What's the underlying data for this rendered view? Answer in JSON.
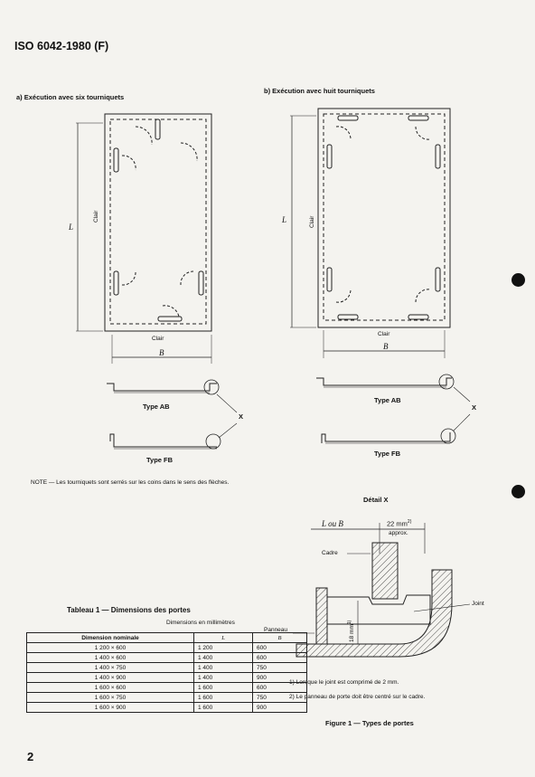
{
  "header": {
    "title": "ISO 6042-1980 (F)"
  },
  "section_a": {
    "title": "a)  Exécution avec six tourniquets"
  },
  "section_b": {
    "title": "b)  Exécution avec huit tourniquets"
  },
  "dim_labels": {
    "L": "L",
    "B": "B",
    "clair": "Clair"
  },
  "types": {
    "ab": "Type AB",
    "fb": "Type FB"
  },
  "detail_marker": "X",
  "note": "NOTE — Les tourniquets sont serrés sur les coins dans le sens des flèches.",
  "detail": {
    "title": "Détail X",
    "l_ou_b": "L ou B",
    "dim_22": "22 mm",
    "dim_22_sup": "2)",
    "approx": "approx.",
    "cadre": "Cadre",
    "joint": "Joint",
    "panneau": "Panneau",
    "dim_18": "18 mm",
    "dim_18_sup": "1)"
  },
  "footnotes": [
    "1)   Lorsque le joint est comprimé de 2 mm.",
    "2)   Le panneau de porte doit être centré sur le cadre."
  ],
  "figure_caption": "Figure 1 — Types de portes",
  "table": {
    "title": "Tableau 1 — Dimensions des portes",
    "unit": "Dimensions en millimètres",
    "headers": [
      "Dimension nominale",
      "L",
      "B"
    ],
    "rows": [
      [
        "1 200 × 600",
        "1 200",
        "600"
      ],
      [
        "1 400 × 600",
        "1 400",
        "600"
      ],
      [
        "1 400 × 750",
        "1 400",
        "750"
      ],
      [
        "1 400 × 900",
        "1 400",
        "900"
      ],
      [
        "1 600 × 600",
        "1 600",
        "600"
      ],
      [
        "1 600 × 750",
        "1 600",
        "750"
      ],
      [
        "1 600 × 900",
        "1 600",
        "900"
      ]
    ]
  },
  "page_number": "2"
}
